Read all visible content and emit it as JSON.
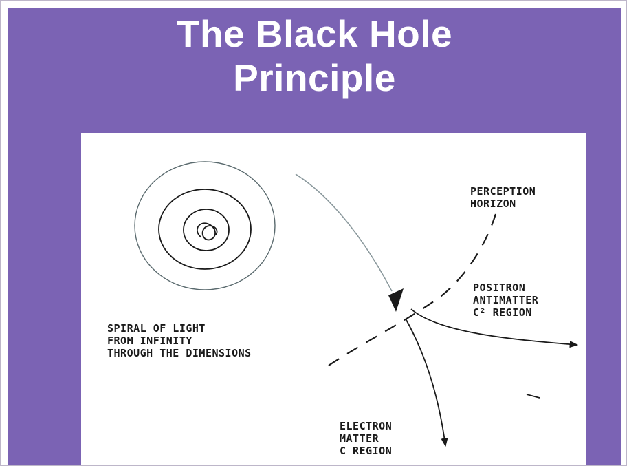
{
  "title": {
    "line1": "The Black Hole",
    "line2": "Principle"
  },
  "diagram": {
    "spiral_label": [
      "SPIRAL OF LIGHT",
      "FROM INFINITY",
      "THROUGH THE DIMENSIONS"
    ],
    "perception_label": [
      "PERCEPTION",
      "HORIZON"
    ],
    "positron_label": [
      "POSITRON",
      "ANTIMATTER",
      "C² REGION"
    ],
    "electron_label": [
      "ELECTRON",
      "MATTER",
      "C REGION"
    ]
  },
  "colors": {
    "slide_background": "#7b63b4",
    "title_text": "#ffffff",
    "panel_background": "#ffffff",
    "ink": "#1a1a1a"
  }
}
